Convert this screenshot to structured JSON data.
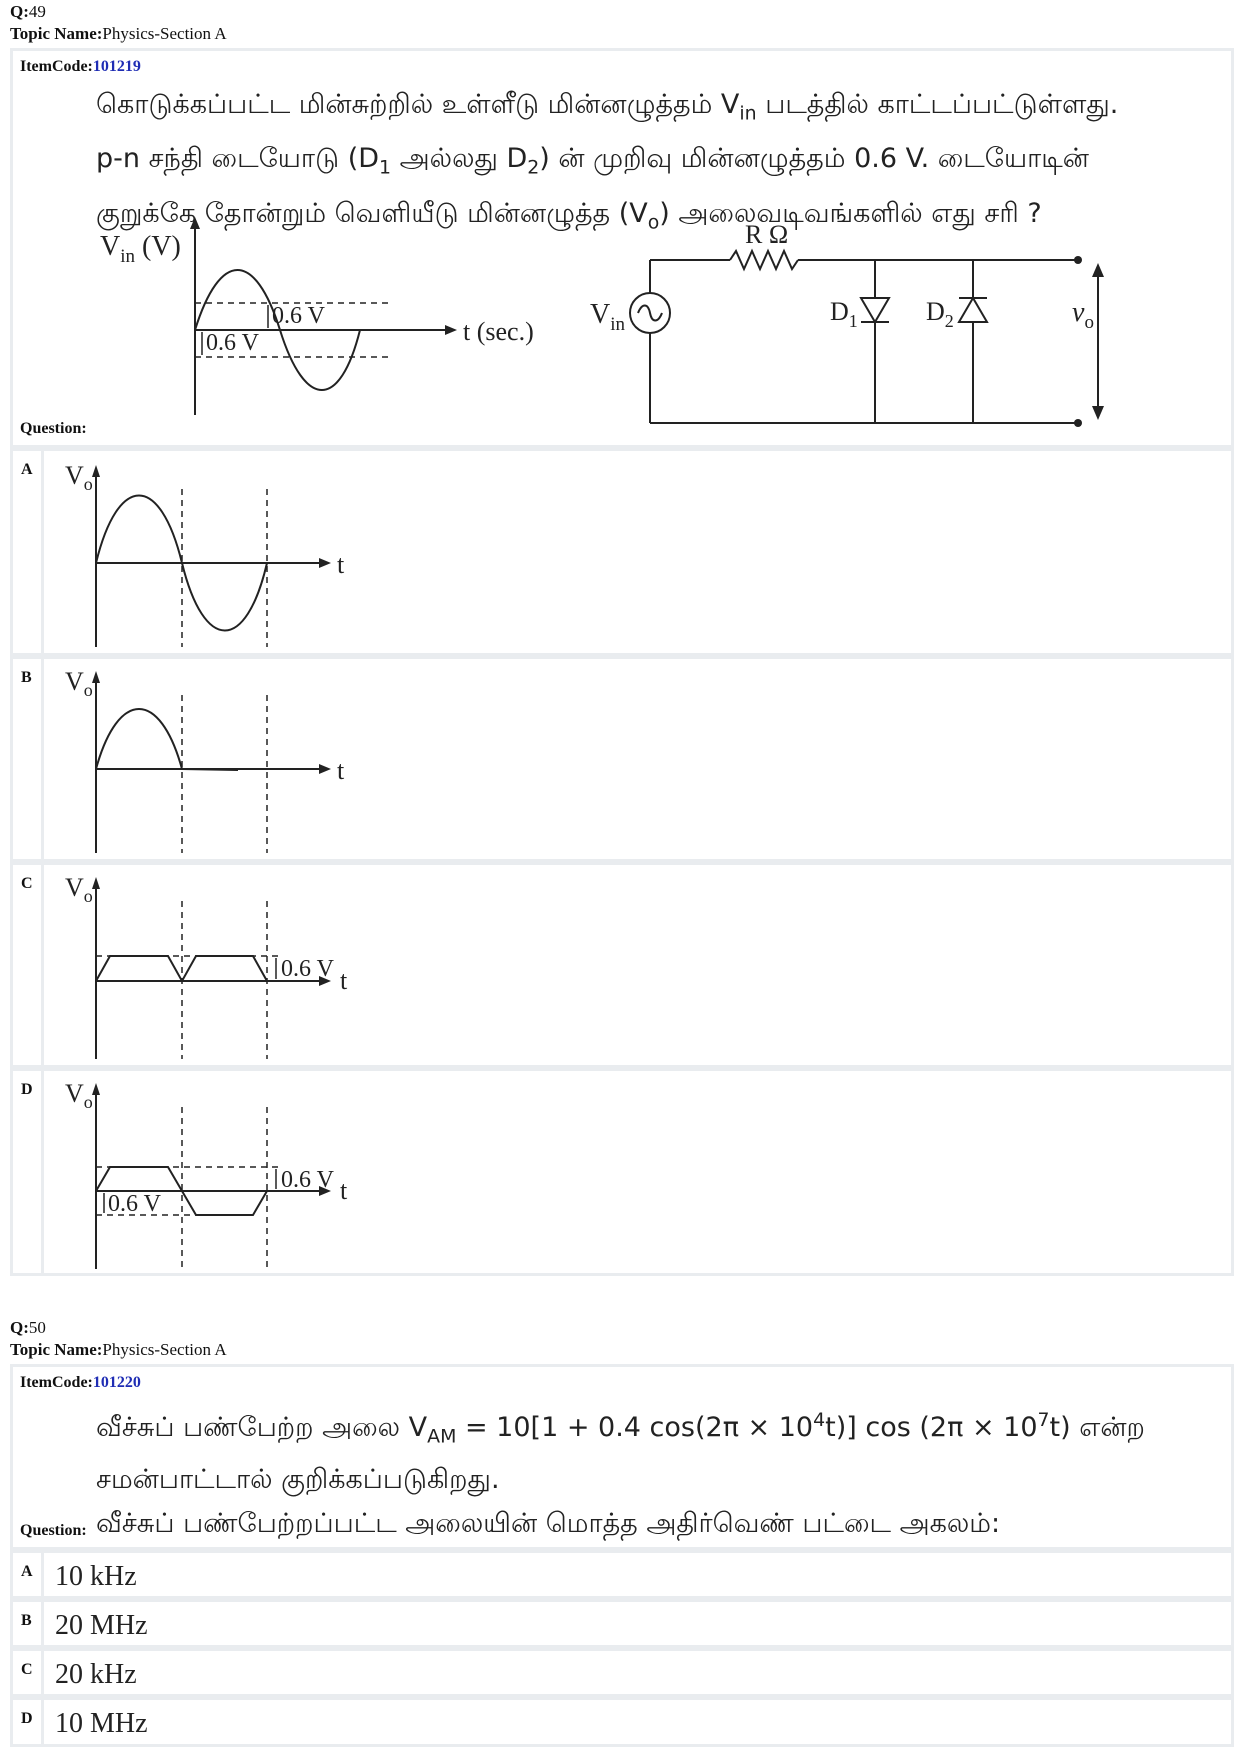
{
  "q49": {
    "q_label": "Q:",
    "q_number": "49",
    "topic_label": "Topic Name:",
    "topic_name": "Physics-Section A",
    "item_code_label": "ItemCode:",
    "item_code": "101219",
    "stem_line1": "கொடுக்கப்பட்ட மின்சுற்றில் உள்ளீடு மின்னழுத்தம் V",
    "stem_line1_sub": "in",
    "stem_line1_end": " படத்தில் காட்டப்பட்டுள்ளது.",
    "stem_line2a": "p-n சந்தி  டையோடு (D",
    "stem_line2_sub1": "1",
    "stem_line2b": " அல்லது D",
    "stem_line2_sub2": "2",
    "stem_line2c": ") ன் முறிவு மின்னழுத்தம் 0.6 V. டையோடின்",
    "stem_line3a": "குறுக்கே தோன்றும் வெளியீடு மின்னழுத்த (V",
    "stem_line3_sub": "o",
    "stem_line3b": ") அலைவடிவங்களில் எது சரி ?",
    "question_label": "Question:",
    "figure": {
      "vin_axis_label": "V",
      "vin_axis_sub": "in",
      "vin_axis_unit": " (V)",
      "t_axis_label": "t (sec.)",
      "upper_level": "0.6 V",
      "lower_level": "0.6 V",
      "resistor_label": "R Ω",
      "source_label": "V",
      "source_sub": "in",
      "d1_label": "D",
      "d1_sub": "1",
      "d2_label": "D",
      "d2_sub": "2",
      "vo_label": "v",
      "vo_sub": "o"
    },
    "options": [
      {
        "letter": "A",
        "y_label": "V",
        "y_sub": "o",
        "t_label": "t"
      },
      {
        "letter": "B",
        "y_label": "V",
        "y_sub": "o",
        "t_label": "t"
      },
      {
        "letter": "C",
        "y_label": "V",
        "y_sub": "o",
        "t_label": "t",
        "level": "0.6 V"
      },
      {
        "letter": "D",
        "y_label": "V",
        "y_sub": "o",
        "t_label": "t",
        "upper_level": "0.6 V",
        "lower_level": "0.6 V"
      }
    ]
  },
  "q50": {
    "q_label": "Q:",
    "q_number": "50",
    "topic_label": "Topic Name:",
    "topic_name": "Physics-Section A",
    "item_code_label": "ItemCode:",
    "item_code": "101220",
    "stem_line1a": "வீச்சுப் பண்பேற்ற அலை V",
    "stem_line1_sub": "AM",
    "stem_line1b": " = 10[1 + 0.4 cos(2π × 10",
    "stem_line1_sup1": "4",
    "stem_line1c": "t)] cos (2π × 10",
    "stem_line1_sup2": "7",
    "stem_line1d": "t) என்ற",
    "stem_line2": "சமன்பாட்டால் குறிக்கப்படுகிறது.",
    "stem_line3": "வீச்சுப் பண்பேற்றப்பட்ட அலையின் மொத்த அதிர்வெண் பட்டை அகலம்:",
    "question_label": "Question:",
    "options": [
      {
        "letter": "A",
        "text": "10 kHz"
      },
      {
        "letter": "B",
        "text": "20 MHz"
      },
      {
        "letter": "C",
        "text": "20 kHz"
      },
      {
        "letter": "D",
        "text": "10 MHz"
      }
    ]
  }
}
